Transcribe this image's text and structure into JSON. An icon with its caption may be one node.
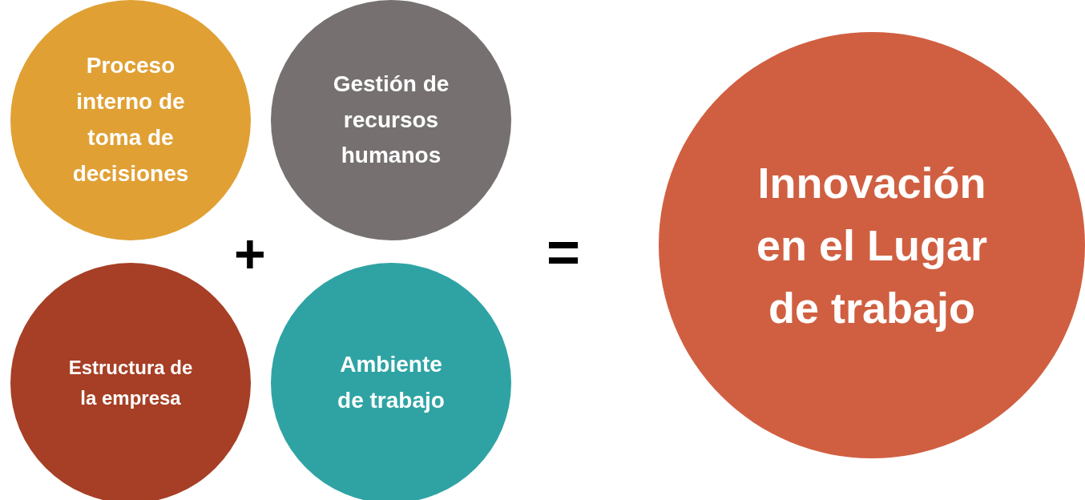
{
  "diagram": {
    "nodes": [
      {
        "text": [
          "Proceso interno de toma de decisiones"
        ]
      },
      {
        "text": [
          "Gestión de recursos humanos"
        ]
      },
      {
        "text": [
          "Estructura de la empresa"
        ]
      },
      {
        "text": [
          "Ambiente de trabajo"
        ]
      },
      {
        "text": [
          "Innovación en el Lugar de trabajo"
        ]
      }
    ],
    "labels": [
      "+",
      "="
    ]
  }
}
